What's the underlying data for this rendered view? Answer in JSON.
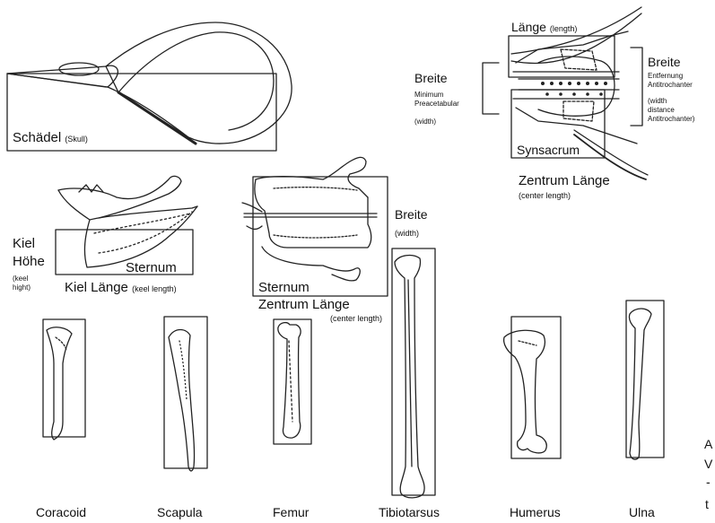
{
  "skull": {
    "label": "Schädel",
    "en": "(Skull)"
  },
  "synsacrum": {
    "length_label": "Länge",
    "length_en": "(length)",
    "left_label": "Breite",
    "left_note1": "Minimum",
    "left_note2": "Preacetabular",
    "left_note3": "(width)",
    "right_label": "Breite",
    "right_note1": "Entfernung",
    "right_note2": "Antitrochanter",
    "right_note3": "(width",
    "right_note4": "distance",
    "right_note5": "Antitrochanter)",
    "name": "Synsacrum",
    "center_label": "Zentrum Länge",
    "center_en": "(center length)"
  },
  "sternum_side": {
    "kiel": "Kiel",
    "hoehe": "Höhe",
    "keel_en1": "(keel",
    "keel_en2": "hight)",
    "name": "Sternum",
    "kiel_laenge": "Kiel Länge",
    "kiel_laenge_en": "(keel length)"
  },
  "sternum_top": {
    "breite": "Breite",
    "breite_en": "(width)",
    "name": "Sternum",
    "center_label": "Zentrum Länge",
    "center_en": "(center length)"
  },
  "bones": [
    {
      "name": "Coracoid"
    },
    {
      "name": "Scapula"
    },
    {
      "name": "Femur"
    },
    {
      "name": "Tibiotarsus"
    },
    {
      "name": "Humerus"
    },
    {
      "name": "Ulna"
    }
  ],
  "edge_chars": [
    "A",
    "V",
    "-",
    "t"
  ]
}
